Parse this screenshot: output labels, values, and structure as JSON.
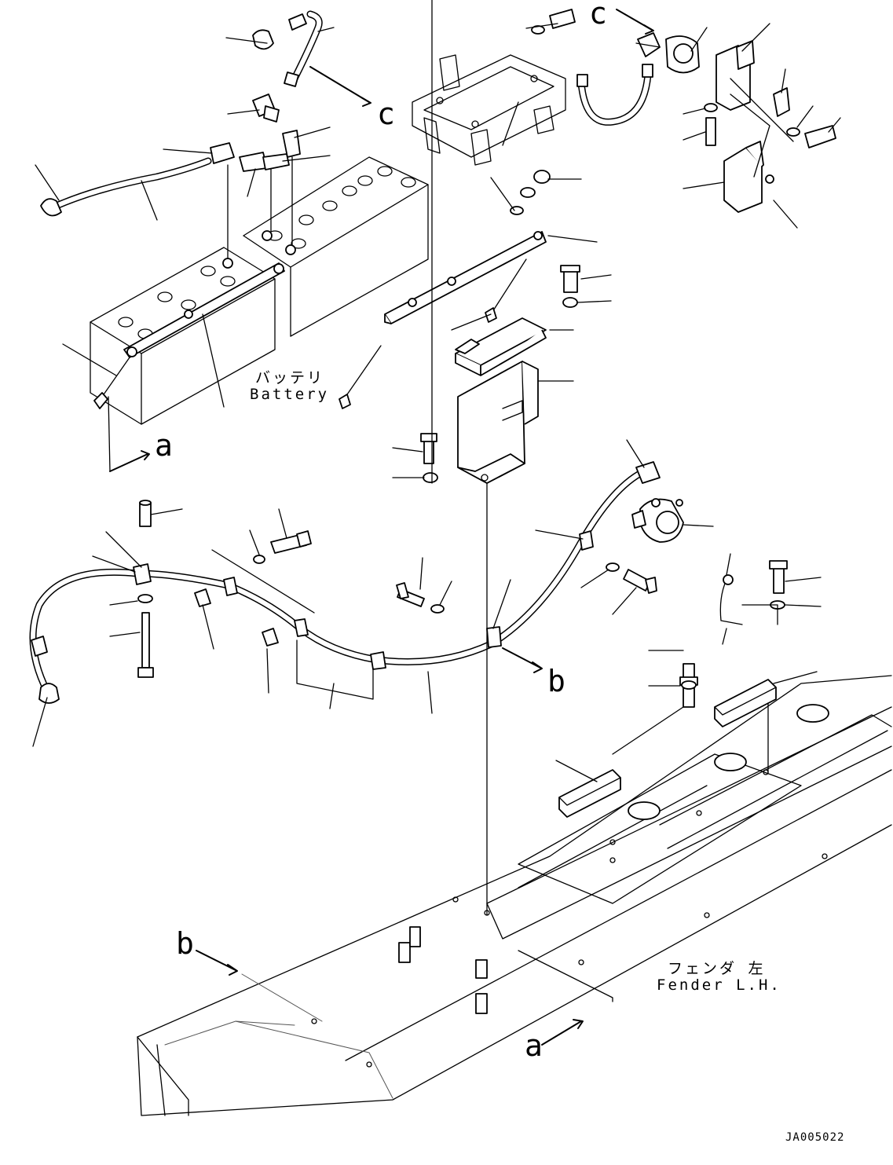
{
  "labels": {
    "battery_jp": "バッテリ",
    "battery_en": "Battery",
    "fender_jp": "フェンダ 左",
    "fender_en": "Fender L.H.",
    "view_a_top": "a",
    "view_a_bottom": "a",
    "view_b_mid": "b",
    "view_b_bottom": "b",
    "view_c_left": "c",
    "view_c_right": "c",
    "drawing_code": "JA005022"
  }
}
